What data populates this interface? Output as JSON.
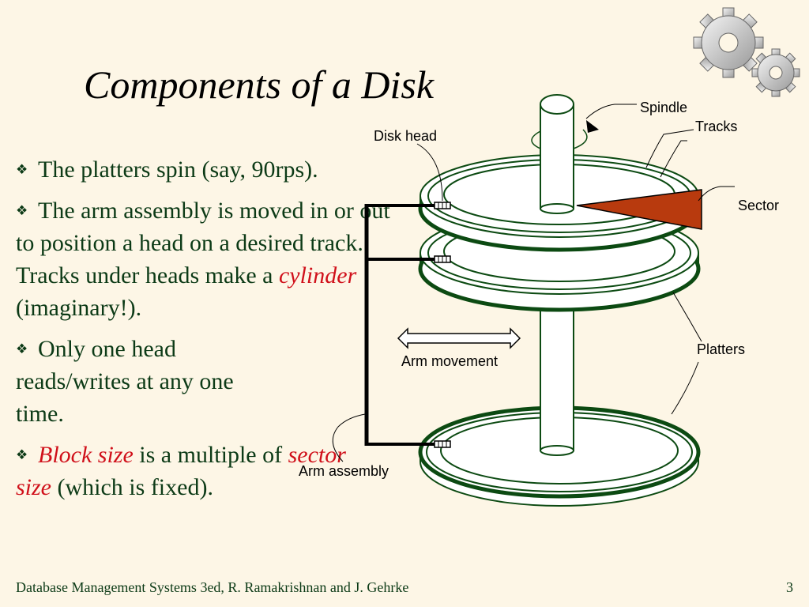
{
  "slide": {
    "title": "Components of a Disk",
    "bullets": [
      {
        "parts": [
          "The platters spin (say, 90rps)."
        ]
      },
      {
        "parts": [
          "The arm assembly is moved in or out to position a head on a desired track. Tracks under heads  make a ",
          "cylinder",
          " (imaginary!)."
        ]
      },
      {
        "parts": [
          "Only one head reads/writes at any one time."
        ]
      },
      {
        "parts": [
          "Block size",
          " is a multiple of ",
          "sector size",
          " (which is fixed)."
        ]
      }
    ],
    "footer": "Database Management Systems 3ed,  R. Ramakrishnan and J. Gehrke",
    "page_number": "3"
  },
  "diagram": {
    "labels": {
      "spindle": "Spindle",
      "tracks": "Tracks",
      "disk_head": "Disk head",
      "sector": "Sector",
      "platters": "Platters",
      "arm_movement": "Arm movement",
      "arm_assembly": "Arm assembly"
    },
    "colors": {
      "platter_stroke": "#0c4a12",
      "sector_fill": "#b83a0e",
      "emphasis": "#d0101a"
    },
    "icons": [
      "gears-icon"
    ]
  }
}
